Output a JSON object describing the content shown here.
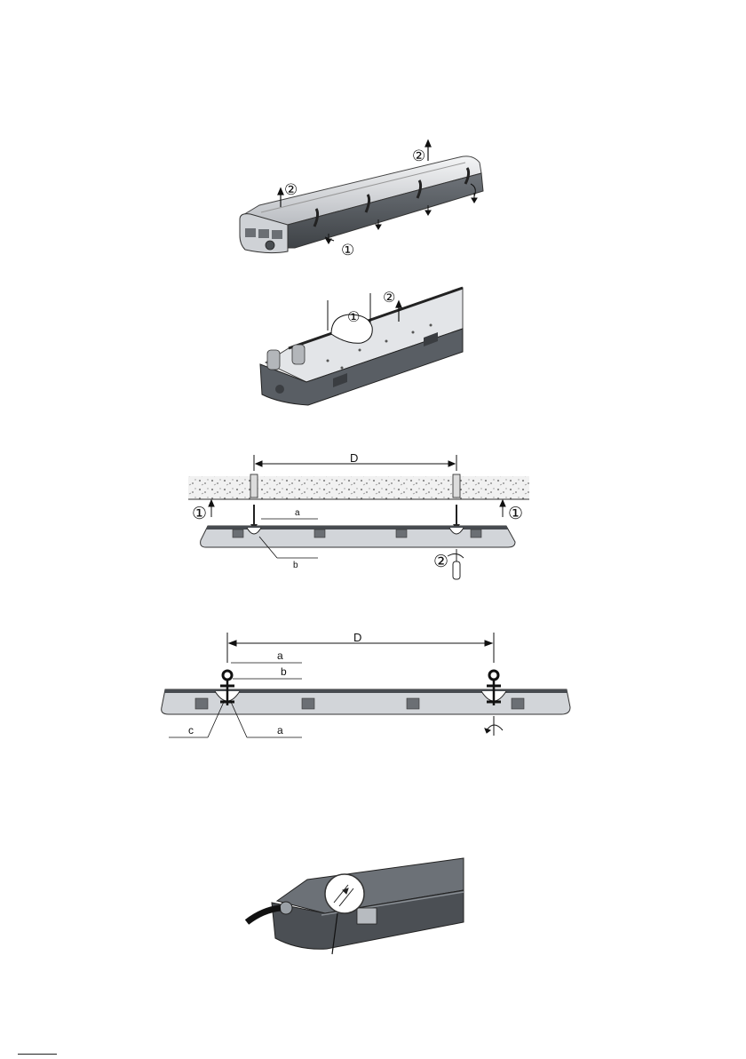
{
  "figures": [
    {
      "id": "cover-removal",
      "callouts": [
        "①",
        "②",
        "②"
      ]
    },
    {
      "id": "gear-tray-removal",
      "callouts": [
        "①",
        "②"
      ]
    },
    {
      "id": "ceiling-surface-mount",
      "distance_label": "D",
      "callouts": [
        "①",
        "①",
        "②"
      ],
      "part_labels": [
        "a",
        "b"
      ]
    },
    {
      "id": "suspension-mount",
      "distance_label": "D",
      "part_labels": [
        "a",
        "b",
        "c",
        "a"
      ]
    },
    {
      "id": "cable-entry",
      "callouts": []
    }
  ],
  "colors": {
    "housing_dark": "#555a60",
    "housing_light": "#c9ccd0",
    "line": "#111111",
    "concrete": "#d8d8d8"
  }
}
